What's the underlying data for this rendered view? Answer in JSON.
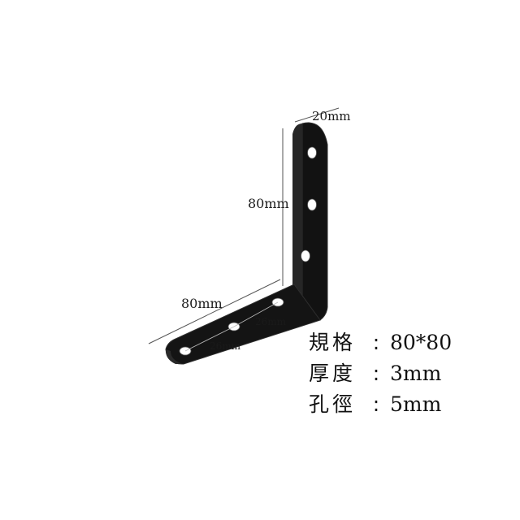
{
  "dimensions": {
    "width_top": "20mm",
    "vertical_arm": "80mm",
    "horizontal_arm": "80mm",
    "hole_spacing_a": "26mm",
    "hole_spacing_b": "26mm"
  },
  "specs": [
    {
      "key": "規格",
      "sep": ":",
      "value": "80*80"
    },
    {
      "key": "厚度",
      "sep": ":",
      "value": "3mm"
    },
    {
      "key": "孔徑",
      "sep": ":",
      "value": "5mm"
    }
  ],
  "colors": {
    "bracket": "#121212",
    "bracket_edge": "#3a3a3a",
    "hole_fill": "#ffffff",
    "dimension_line": "#444444"
  }
}
